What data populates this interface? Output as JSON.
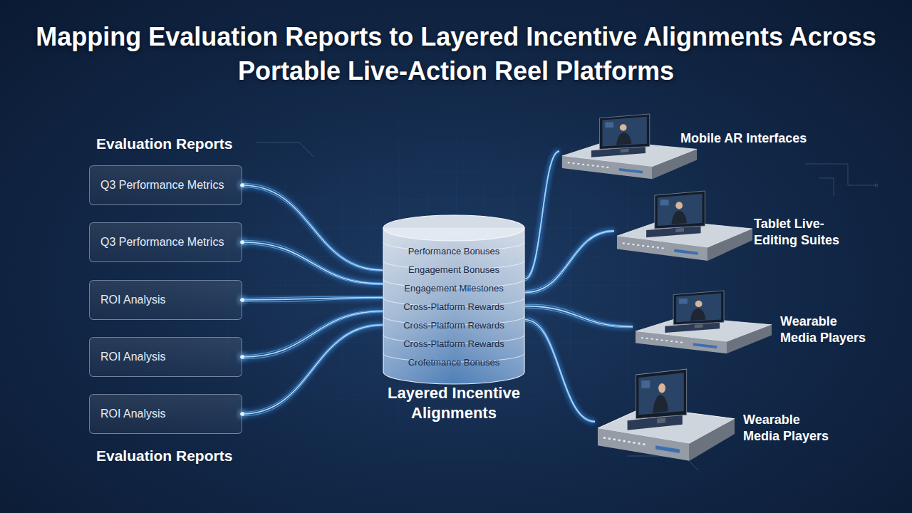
{
  "diagram": {
    "title": "Mapping Evaluation Reports to Layered Incentive Alignments Across Portable Live-Action Reel Platforms",
    "nodes": [
      {
        "text": [
          "Q3 Performance Metrics"
        ]
      },
      {
        "text": [
          "Q3 Performance Metrics"
        ]
      },
      {
        "text": [
          "ROI Analysis"
        ]
      },
      {
        "text": [
          "ROI Analysis"
        ]
      },
      {
        "text": [
          "ROI Analysis"
        ]
      },
      {
        "text": [
          "Layered Incentive Alignments"
        ]
      },
      {
        "text": [
          "Performance Bonuses"
        ],
        "in": 5
      },
      {
        "text": [
          "Engagement Bonuses"
        ],
        "in": 5
      },
      {
        "text": [
          "Engagement Milestones"
        ],
        "in": 5
      },
      {
        "text": [
          "Cross-Platform Rewards"
        ],
        "in": 5
      },
      {
        "text": [
          "Cross-Platform Rewards"
        ],
        "in": 5
      },
      {
        "text": [
          "Cross-Platform Rewards"
        ],
        "in": 5
      },
      {
        "text": [
          "Crofetmance Bonuses"
        ],
        "in": 5
      },
      {
        "text": [
          "Mobile AR Interfaces"
        ]
      },
      {
        "text": [
          "Tablet Live-Editing Suites"
        ]
      },
      {
        "text": [
          "Wearable Media Players"
        ]
      },
      {
        "text": [
          "Wearable Media Players"
        ]
      }
    ],
    "edges": [
      {
        "from": 0,
        "to": 5,
        "arrow": "none"
      },
      {
        "from": 1,
        "to": 5,
        "arrow": "none"
      },
      {
        "from": 2,
        "to": 5,
        "arrow": "none"
      },
      {
        "from": 3,
        "to": 5,
        "arrow": "none"
      },
      {
        "from": 4,
        "to": 5,
        "arrow": "none"
      },
      {
        "from": 5,
        "to": 13,
        "arrow": "none"
      },
      {
        "from": 5,
        "to": 14,
        "arrow": "none"
      },
      {
        "from": 5,
        "to": 15,
        "arrow": "none"
      },
      {
        "from": 5,
        "to": 16,
        "arrow": "none"
      }
    ],
    "labels": [
      "Evaluation Reports",
      "Evaluation Reports"
    ]
  }
}
